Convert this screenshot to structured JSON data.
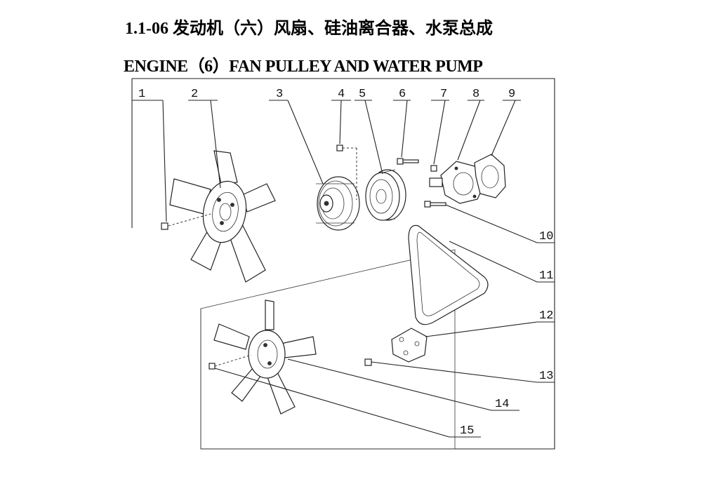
{
  "title_cn": "1.1-06 发动机（六）风扇、硅油离合器、水泵总成",
  "title_en": "ENGINE（6）FAN PULLEY AND WATER PUMP",
  "callouts": [
    "1",
    "2",
    "3",
    "4",
    "5",
    "6",
    "7",
    "8",
    "9",
    "10",
    "11",
    "12",
    "13",
    "14",
    "15"
  ]
}
